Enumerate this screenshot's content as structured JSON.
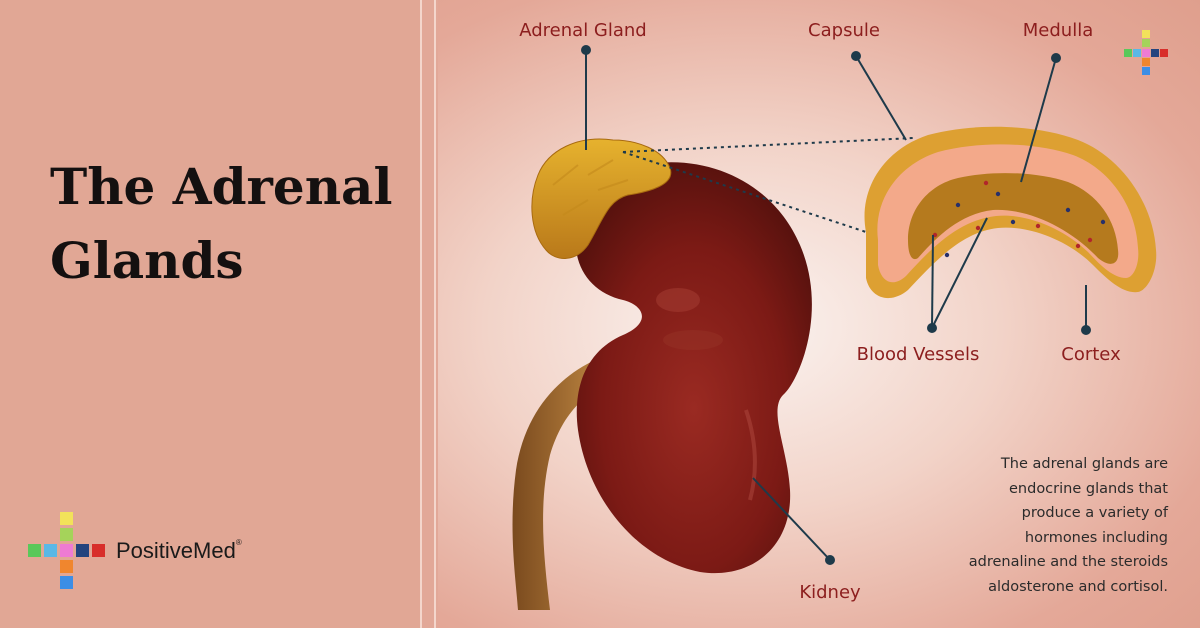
{
  "title": {
    "line1": "The Adrenal",
    "line2": "Glands"
  },
  "brand": {
    "name": "PositiveMed",
    "mark": "®"
  },
  "labels": {
    "adrenal_gland": "Adrenal Gland",
    "capsule": "Capsule",
    "medulla": "Medulla",
    "blood_vessels": "Blood Vessels",
    "cortex": "Cortex",
    "kidney": "Kidney"
  },
  "description": {
    "lines": [
      "The adrenal glands are",
      "endocrine glands that",
      "produce a variety of",
      "hormones including",
      "adrenaline and the steroids",
      "aldosterone and cortisol."
    ]
  },
  "colors": {
    "background": "#e1a795",
    "kidney": "#7a1a15",
    "adrenal": "#d9a028",
    "cortex": "#f3a98a",
    "medulla": "#b57a1e",
    "label_text": "#8c1e1e"
  },
  "icons": [
    "positivemed-cross-logo"
  ]
}
